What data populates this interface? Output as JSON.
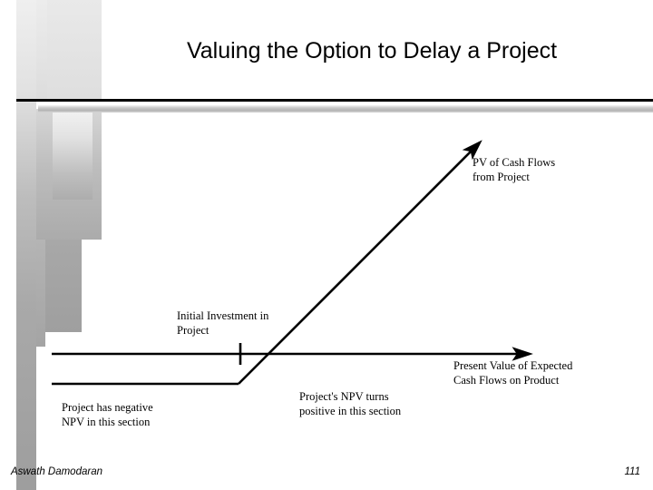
{
  "slide": {
    "title": "Valuing the Option to Delay a Project",
    "accent_black": "#000000",
    "background": "#ffffff",
    "decoration_gray": "#a9a9a9"
  },
  "diagram": {
    "labels": {
      "pv_cash_flows": "PV of Cash Flows\nfrom Project",
      "initial_investment": "Initial Investment in\nProject",
      "present_value_axis": "Present Value of Expected\nCash Flows on Product",
      "negative_section": "Project has negative\nNPV in this section",
      "positive_section": "Project's NPV turns\npositive in this section"
    }
  },
  "footer": {
    "author": "Aswath Damodaran",
    "page_number": "111"
  }
}
